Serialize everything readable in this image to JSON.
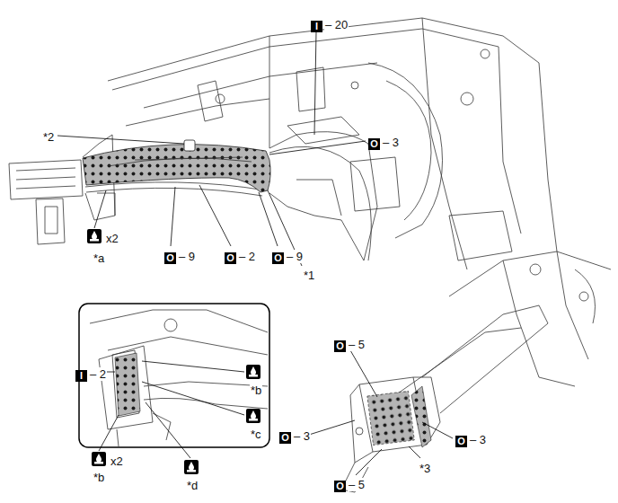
{
  "diagram": {
    "labels": [
      "I",
      "– 20",
      "*2",
      "O",
      "– 3",
      "*1",
      "O",
      "– 9",
      "O",
      "– 2",
      "O",
      "– 9",
      "x2",
      "*a",
      "I",
      "– 2",
      "*b",
      "*c",
      "x2",
      "*b",
      "*d",
      "O",
      "– 5",
      "O",
      "– 3",
      "O",
      "– 3",
      "O",
      "– 5",
      "*3"
    ]
  }
}
